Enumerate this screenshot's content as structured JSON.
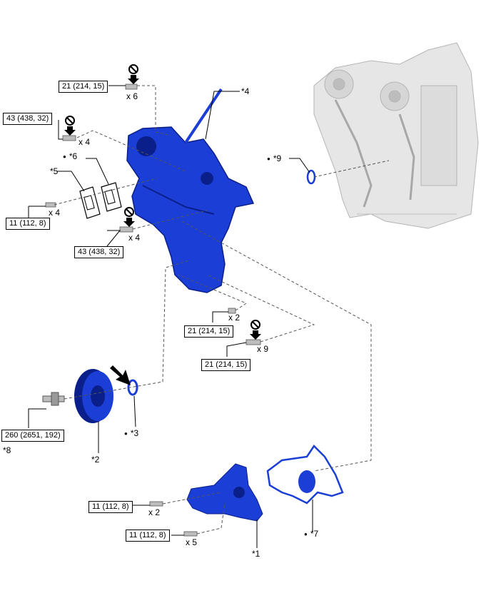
{
  "torque_specs": {
    "t1": "21 (214, 15)",
    "t2": "43 (438, 32)",
    "t3": "11 (112, 8)",
    "t4": "43 (438, 32)",
    "t5": "21 (214, 15)",
    "t6": "21 (214, 15)",
    "t7": "260 (2651, 192)",
    "t8": "11 (112, 8)",
    "t9": "11 (112, 8)"
  },
  "quantities": {
    "q1": "x 6",
    "q2": "x 4",
    "q3": "x 4",
    "q4": "x 4",
    "q5": "x 2",
    "q6": "x 9",
    "q7": "x 2",
    "q8": "x 5"
  },
  "part_labels": {
    "p1": "*1",
    "p2": "*2",
    "p3": "*3",
    "p4": "*4",
    "p5": "*5",
    "p6": "*6",
    "p7": "*7",
    "p8": "*8",
    "p9": "*9"
  },
  "colors": {
    "part_blue": "#1a3ed6",
    "part_dark": "#0b1f8a",
    "engine_gray": "#c8c8c8"
  }
}
